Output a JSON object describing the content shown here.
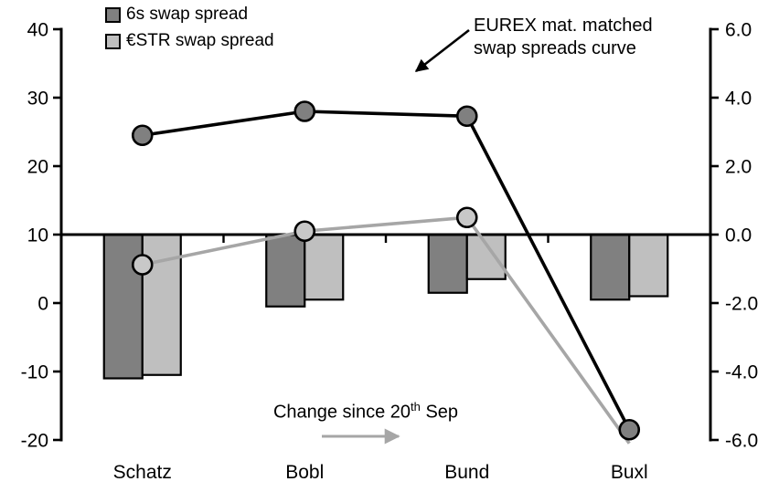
{
  "chart_data": {
    "type": "combo-bar-line",
    "categories": [
      "Schatz",
      "Bobl",
      "Bund",
      "Buxl"
    ],
    "left_axis": {
      "ticks": [
        "40",
        "30",
        "20",
        "10",
        "0",
        "-10",
        "-20"
      ],
      "min": -20,
      "max": 40
    },
    "right_axis": {
      "ticks": [
        "6.0",
        "4.0",
        "2.0",
        "0.0",
        "-2.0",
        "-4.0",
        "-6.0"
      ],
      "min": -6.0,
      "max": 6.0
    },
    "bar_series": [
      {
        "id": "6s",
        "name": "6s swap spread",
        "axis": "right",
        "color": "#808080",
        "border": "#000000",
        "values": [
          -4.2,
          -2.1,
          -1.7,
          -1.9
        ]
      },
      {
        "id": "estr",
        "name": "€STR swap spread",
        "axis": "right",
        "color": "#bfbfbf",
        "border": "#000000",
        "values": [
          -4.1,
          -1.9,
          -1.3,
          -1.8
        ]
      }
    ],
    "line_series": [
      {
        "id": "6s-curve",
        "name": "6s swap spreads curve",
        "axis": "left",
        "color": "#000000",
        "marker_fill": "#808080",
        "values": [
          24.5,
          28.0,
          27.3,
          -18.5
        ],
        "markers": [
          true,
          true,
          true,
          true
        ]
      },
      {
        "id": "estr-curve",
        "name": "€STR swap spreads curve",
        "axis": "left",
        "color": "#a6a6a6",
        "marker_fill": "#c8c8c8",
        "values": [
          5.6,
          10.5,
          12.5,
          -20.5
        ],
        "markers": [
          true,
          true,
          true,
          false
        ]
      }
    ],
    "grid": false,
    "legend_position": "top-left"
  },
  "legend": {
    "items": [
      {
        "label": "6s swap spread",
        "color": "#808080"
      },
      {
        "label": "€STR swap spread",
        "color": "#bfbfbf"
      }
    ]
  },
  "annotations": {
    "eurex_line1": "EUREX mat. matched",
    "eurex_line2": "swap spreads curve",
    "eurex_arrow_color": "#000000",
    "change_prefix": "Change since 20",
    "change_sup": "th",
    "change_suffix": " Sep",
    "change_arrow_color": "#a6a6a6"
  }
}
